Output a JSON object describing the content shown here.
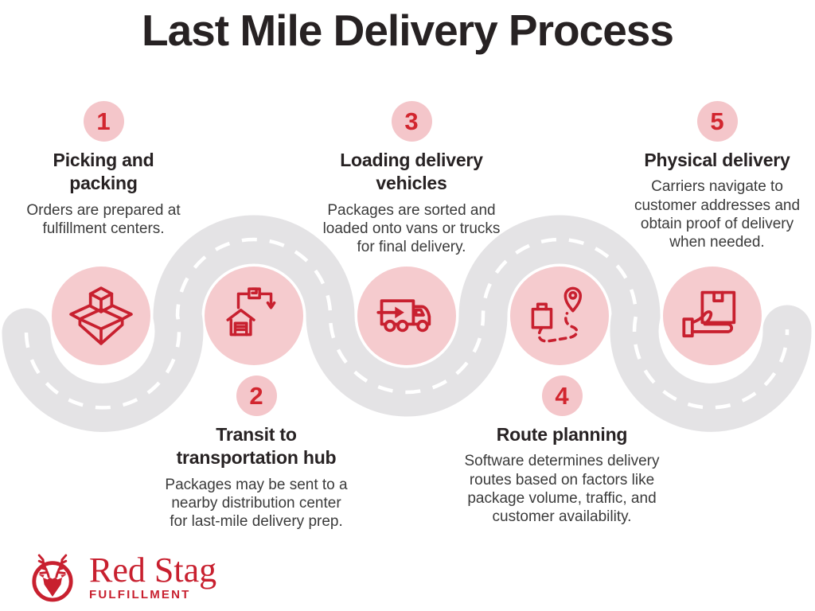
{
  "title": "Last Mile Delivery Process",
  "steps": [
    {
      "number": "1",
      "title": "Picking and\npacking",
      "description": "Orders are prepared at\nfulfillment centers.",
      "icon": "open-box-icon"
    },
    {
      "number": "2",
      "title": "Transit to\ntransportation hub",
      "description": "Packages may be sent to a\nnearby distribution center\nfor last-mile delivery prep.",
      "icon": "warehouse-transfer-icon"
    },
    {
      "number": "3",
      "title": "Loading delivery\nvehicles",
      "description": "Packages are sorted and\nloaded onto vans or trucks\nfor final delivery.",
      "icon": "delivery-truck-icon"
    },
    {
      "number": "4",
      "title": "Route planning",
      "description": "Software determines delivery\nroutes based on factors like\npackage volume, traffic, and\ncustomer availability.",
      "icon": "route-pin-icon"
    },
    {
      "number": "5",
      "title": "Physical delivery",
      "description": "Carriers navigate to\ncustomer addresses and\nobtain proof of delivery\nwhen needed.",
      "icon": "hand-box-icon"
    }
  ],
  "logo": {
    "brand": "Red Stag",
    "tagline": "FULFILLMENT"
  },
  "colors": {
    "accent_red": "#C8202F",
    "number_red": "#D2262F",
    "circle_pink": "#F5CBCE",
    "badge_pink": "#F4C6CA",
    "road_gray": "#E4E3E5",
    "heading": "#272223",
    "body_text": "#3B3B3B"
  }
}
